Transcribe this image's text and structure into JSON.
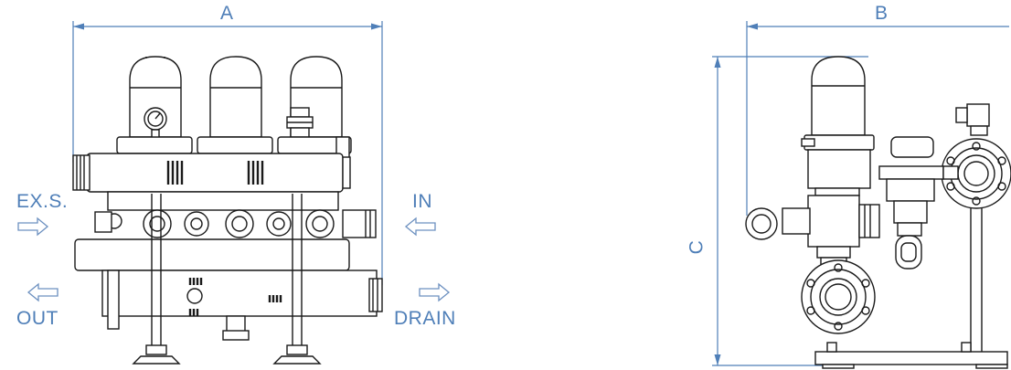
{
  "dimensions": {
    "a": "A",
    "b": "B",
    "c": "C"
  },
  "flows": {
    "exs": "EX.S.",
    "inlet": "IN",
    "outlet": "OUT",
    "drain": "DRAIN"
  },
  "colors": {
    "dimension": "#4f7fb8",
    "flow_arrow": "#6c90c0",
    "line": "#1a1a1a"
  }
}
